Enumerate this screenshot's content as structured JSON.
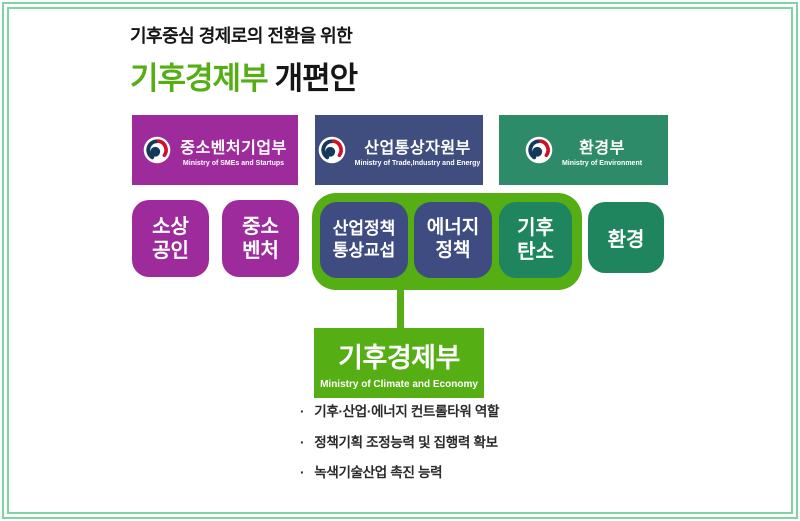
{
  "page": {
    "subtitle": "기후중심 경제로의 전환을 위한",
    "title_highlight": "기후경제부",
    "title_rest": "개편안"
  },
  "colors": {
    "accent_green": "#55ae14",
    "purple": "#9e2b9c",
    "navy": "#3e4c82",
    "teal_header": "#2e8b6a",
    "teal_chip": "#1f855f",
    "frame_border": "#7fd4a4",
    "emblem_navy": "#15395e",
    "emblem_red": "#ce1126"
  },
  "ministries": [
    {
      "name_ko": "중소벤처기업부",
      "name_en": "Ministry of SMEs and Startups"
    },
    {
      "name_ko": "산업통상자원부",
      "name_en": "Ministry of Trade,Industry and Energy"
    },
    {
      "name_ko": "환경부",
      "name_en": "Ministry of Environment"
    }
  ],
  "functions": {
    "sosang": {
      "line1": "소상",
      "line2": "공인"
    },
    "jungso": {
      "line1": "중소",
      "line2": "벤처"
    },
    "sanup": {
      "line1": "산업정책",
      "line2": "통상교섭"
    },
    "energy": {
      "line1": "에너지",
      "line2": "정책"
    },
    "carbon": {
      "line1": "기후",
      "line2": "탄소"
    },
    "env": {
      "line1": "환경"
    }
  },
  "new_ministry": {
    "name_ko": "기후경제부",
    "name_en": "Ministry of Climate and Economy"
  },
  "bullets": {
    "marker": "·",
    "items": [
      "기후·산업·에너지 컨트롤타워 역할",
      "정책기획 조정능력 및 집행력 확보",
      "녹색기술산업 촉진 능력"
    ]
  }
}
